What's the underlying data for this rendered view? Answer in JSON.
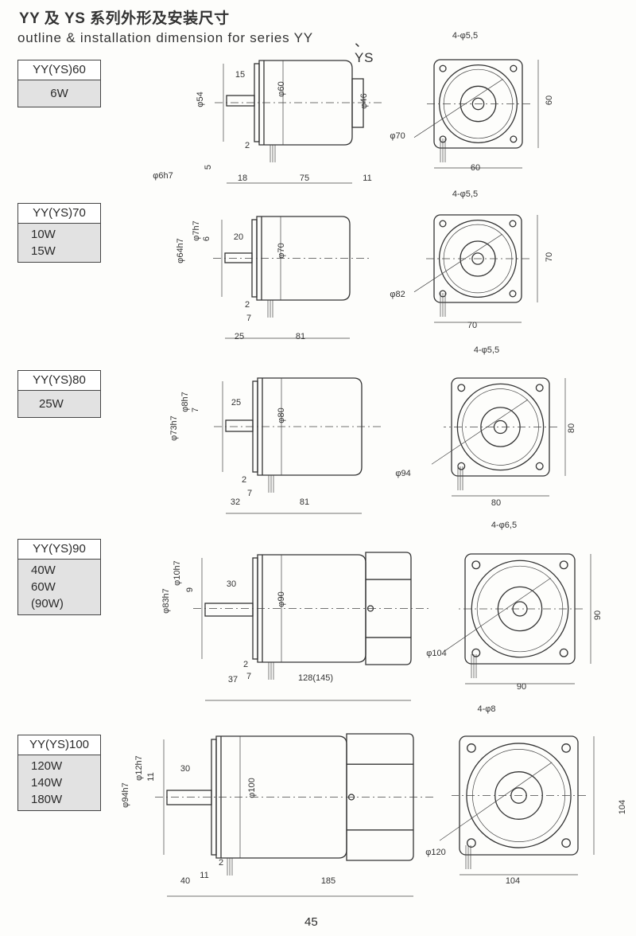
{
  "header": {
    "title": "YY 及 YS 系列外形及安装尺寸",
    "subtitle": "outline & installation dimension for series YY",
    "subtitle_suffix": "、YS"
  },
  "sections": [
    {
      "model": "YY(YS)60",
      "powers": [
        "6W"
      ],
      "side_dims": [
        "15",
        "φ54",
        "φ60",
        "φ46",
        "2",
        "18",
        "75",
        "11",
        "φ6h7",
        "5"
      ],
      "front_dims": [
        "4-φ5,5",
        "60",
        "60",
        "φ70"
      ]
    },
    {
      "model": "YY(YS)70",
      "powers": [
        "10W",
        "15W"
      ],
      "side_dims": [
        "φ64h7",
        "φ7h7",
        "6",
        "20",
        "φ70",
        "2",
        "7",
        "25",
        "81"
      ],
      "front_dims": [
        "4-φ5,5",
        "70",
        "70",
        "φ82"
      ]
    },
    {
      "model": "YY(YS)80",
      "powers": [
        "25W"
      ],
      "side_dims": [
        "φ73h7",
        "φ8h7",
        "7",
        "25",
        "φ80",
        "2",
        "7",
        "32",
        "81"
      ],
      "front_dims": [
        "4-φ5,5",
        "80",
        "80",
        "φ94"
      ]
    },
    {
      "model": "YY(YS)90",
      "powers": [
        "40W",
        "60W",
        "(90W)"
      ],
      "side_dims": [
        "φ83h7",
        "φ10h7",
        "9",
        "30",
        "φ90",
        "2",
        "7",
        "37",
        "128(145)"
      ],
      "front_dims": [
        "4-φ6,5",
        "90",
        "90",
        "φ104"
      ]
    },
    {
      "model": "YY(YS)100",
      "powers": [
        "120W",
        "140W",
        "180W"
      ],
      "side_dims": [
        "φ94h7",
        "φ12h7",
        "11",
        "30",
        "φ100",
        "2",
        "11",
        "40",
        "185"
      ],
      "front_dims": [
        "4-φ8",
        "104",
        "104",
        "φ120"
      ]
    }
  ],
  "footer": {
    "page_number": "45"
  }
}
